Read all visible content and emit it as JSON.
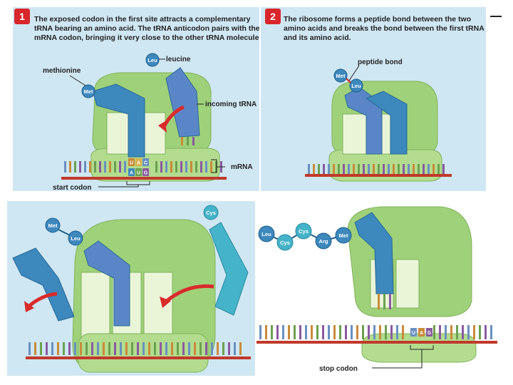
{
  "steps": [
    {
      "number": "1",
      "caption": [
        "The exposed codon in the first site attracts a complementary",
        "tRNA bearing an amino acid. The tRNA anticodon pairs with the",
        "mRNA codon, bringing it very close to the other tRNA molecule."
      ],
      "labels": {
        "leucine": "leucine",
        "methionine": "methionine",
        "incoming_trna": "incoming tRNA",
        "mrna": "mRNA",
        "start_codon": "start codon"
      },
      "amino_acids": [
        "Leu",
        "Met"
      ],
      "codon_letters": [
        "A",
        "U",
        "G"
      ],
      "anticodon_letters": [
        "U",
        "A",
        "C"
      ]
    },
    {
      "number": "2",
      "caption": [
        "The ribosome forms a peptide bond between the two",
        "amino acids and breaks the bond between the first tRNA",
        "and its amino acid."
      ],
      "labels": {
        "peptide_bond": "peptide bond"
      },
      "amino_acids": [
        "Met",
        "Leu"
      ]
    },
    {
      "amino_acids": [
        "Cys",
        "Met",
        "Leu"
      ]
    },
    {
      "labels": {
        "stop_codon": "stop codon"
      },
      "amino_acids": [
        "Leu",
        "Cys",
        "Cys",
        "Arg",
        "Met"
      ],
      "codon_letters": [
        "U",
        "A",
        "G"
      ]
    }
  ],
  "colors": {
    "panel_bg": "#cfe7f3",
    "ribosome": "#9fd17a",
    "trna_dark": "#3d88bd",
    "trna_light": "#45b3c9",
    "mrna_line": "#c0392b",
    "arrow": "#d92b2b",
    "step_badge": "#d9262b"
  }
}
